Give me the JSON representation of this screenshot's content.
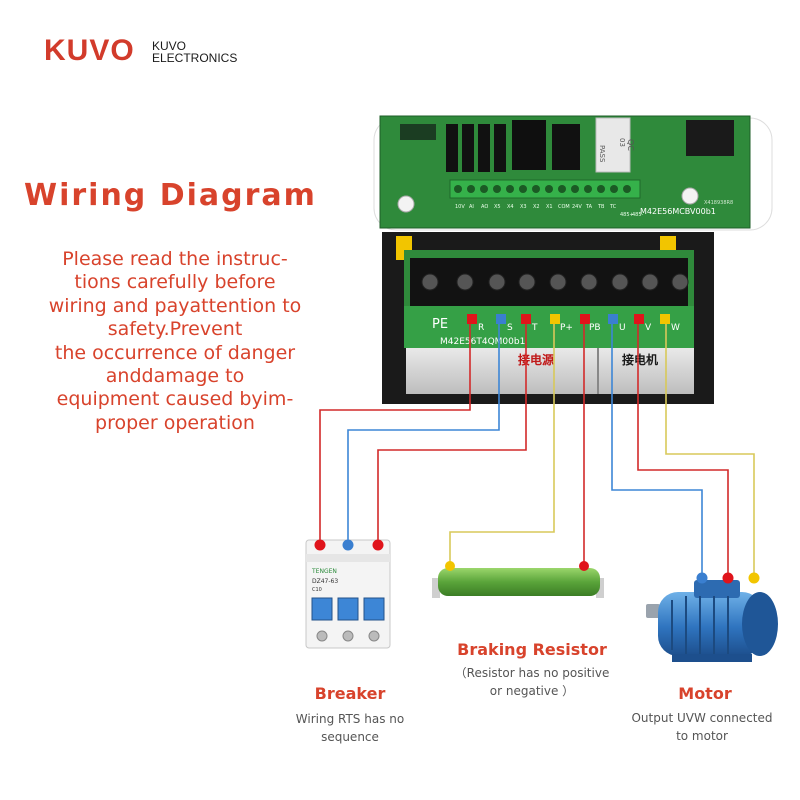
{
  "brand": {
    "logo_text": "KUVO",
    "name_line1": "KUVO",
    "name_line2": "ELECTRONICS"
  },
  "title": "Wiring Diagram",
  "intro_lines": [
    "Please read the instruc-",
    "tions carefully before",
    "wiring and payattention to",
    "safety.Prevent",
    "the occurrence of danger",
    "anddamage to",
    "equipment caused byim-",
    "proper operation"
  ],
  "control_board": {
    "terminal_labels": [
      "10V",
      "AI",
      "AO",
      "X5",
      "X4",
      "X3",
      "X2",
      "X1",
      "COM",
      "24V",
      "TA",
      "TB",
      "TC",
      "485+",
      "485-"
    ],
    "model_label": "M42E56MCBV00b1",
    "qc_sticker": [
      "QC",
      "PASS",
      "03"
    ],
    "serial_label": "X418938R8"
  },
  "power_board": {
    "model_label": "M42E56T4QM00b1",
    "pe_label": "PE",
    "terminal_labels": [
      "R",
      "S",
      "T",
      "P+",
      "PB",
      "U",
      "V",
      "W"
    ],
    "power_in_label": "接电源",
    "motor_label": "接电机"
  },
  "breaker": {
    "title": "Breaker",
    "subtitle_lines": [
      "Wiring RTS has no",
      "sequence"
    ],
    "device_brand": "TENGEN",
    "device_model": "DZ47-63",
    "device_rating": "C10"
  },
  "resistor": {
    "title": "Braking Resistor",
    "subtitle_lines": [
      "（Resistor has no positive",
      "or negative ）"
    ]
  },
  "motor": {
    "title": "Motor",
    "subtitle_lines": [
      "Output UVW connected",
      "to motor"
    ]
  },
  "wire_colors": {
    "red": "#e0141b",
    "blue": "#3a7fd0",
    "yellow": "#f2c500",
    "wire_red": "#d22a2a",
    "wire_blue": "#3d86d6",
    "wire_yellow": "#d8c95a"
  }
}
